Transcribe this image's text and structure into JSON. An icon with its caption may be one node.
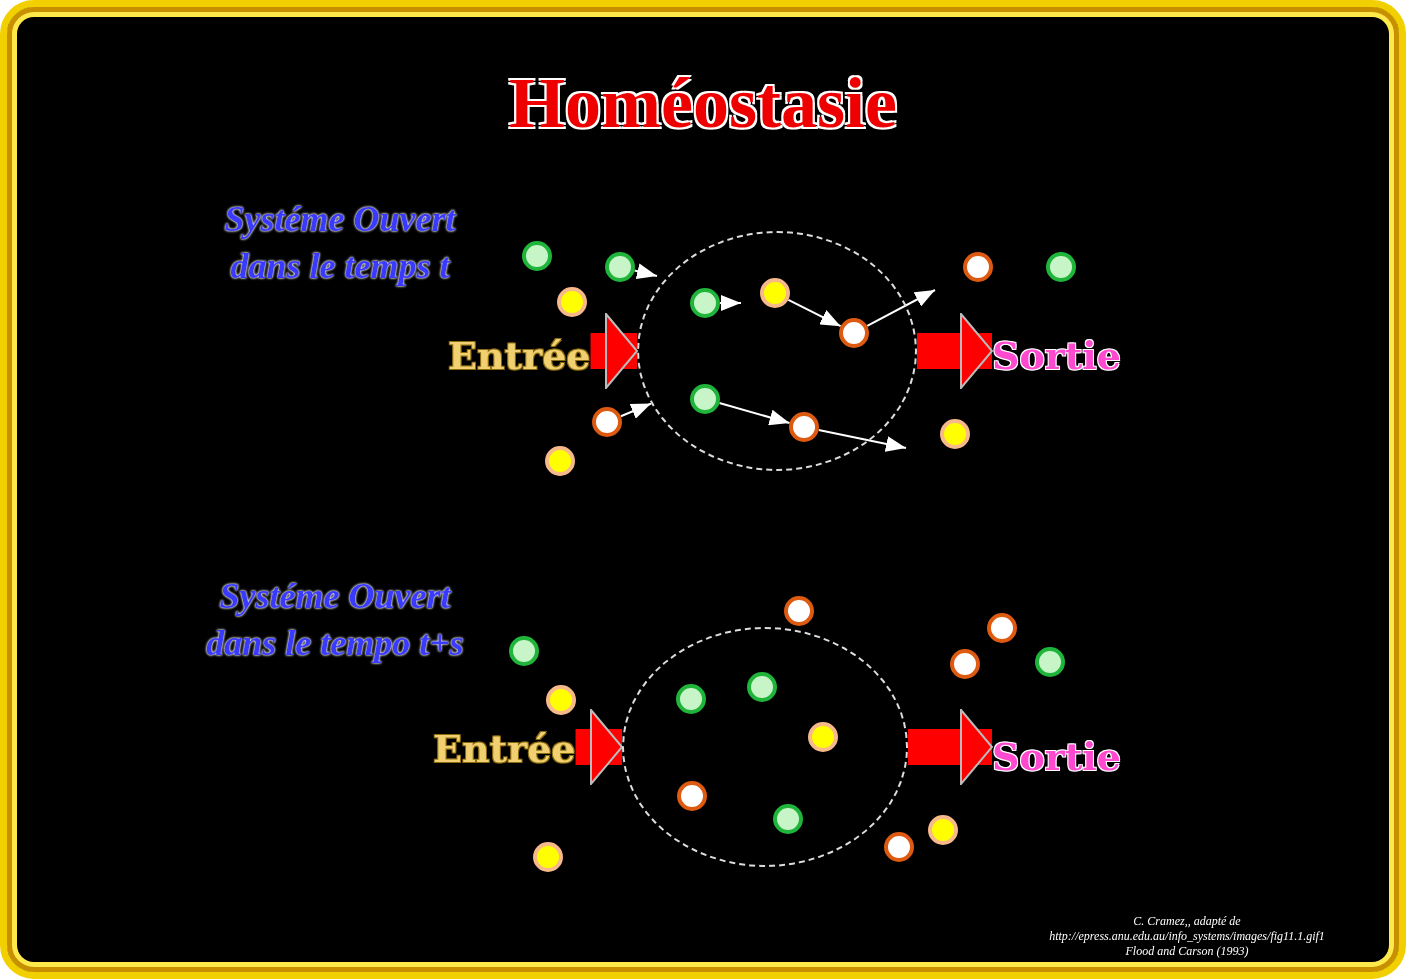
{
  "diagram": {
    "title": "Homéostasie",
    "nodes": [
      {
        "text": [
          "Entrée"
        ]
      },
      {
        "text": [],
        "shape": "ellipse"
      },
      {
        "text": [
          "Sortie"
        ]
      },
      {
        "text": [],
        "shape": "circle"
      },
      {
        "text": [],
        "shape": "circle"
      },
      {
        "text": [],
        "shape": "circle"
      },
      {
        "text": [],
        "shape": "circle"
      },
      {
        "text": [],
        "shape": "circle"
      },
      {
        "text": [],
        "shape": "circle",
        "in": 1
      },
      {
        "text": [],
        "shape": "circle",
        "in": 1
      },
      {
        "text": [],
        "shape": "circle",
        "in": 1
      },
      {
        "text": [],
        "shape": "circle",
        "in": 1
      },
      {
        "text": [],
        "shape": "circle",
        "in": 1
      },
      {
        "text": [],
        "shape": "circle"
      },
      {
        "text": [],
        "shape": "circle"
      },
      {
        "text": [],
        "shape": "circle"
      },
      {
        "text": [
          "Entrée"
        ]
      },
      {
        "text": [],
        "shape": "ellipse"
      },
      {
        "text": [
          "Sortie"
        ]
      },
      {
        "text": [],
        "shape": "circle"
      },
      {
        "text": [],
        "shape": "circle"
      },
      {
        "text": [],
        "shape": "circle"
      },
      {
        "text": [],
        "shape": "circle"
      },
      {
        "text": [],
        "shape": "circle",
        "in": 17
      },
      {
        "text": [],
        "shape": "circle",
        "in": 17
      },
      {
        "text": [],
        "shape": "circle",
        "in": 17
      },
      {
        "text": [],
        "shape": "circle",
        "in": 17
      },
      {
        "text": [],
        "shape": "circle",
        "in": 17
      },
      {
        "text": [],
        "shape": "circle"
      },
      {
        "text": [],
        "shape": "circle"
      },
      {
        "text": [],
        "shape": "circle"
      },
      {
        "text": [],
        "shape": "circle"
      },
      {
        "text": [],
        "shape": "circle"
      }
    ],
    "edges": [
      {
        "from": 0,
        "to": 1,
        "arrow": "to",
        "style": "thick",
        "color": "#ff0000"
      },
      {
        "from": 1,
        "to": 2,
        "arrow": "to",
        "style": "thick",
        "color": "#ff0000"
      },
      {
        "from": 4,
        "to": null,
        "arrow": "to"
      },
      {
        "from": 8,
        "to": null,
        "arrow": "to"
      },
      {
        "from": 9,
        "to": 10,
        "arrow": "to"
      },
      {
        "from": 10,
        "to": null,
        "arrow": "to"
      },
      {
        "from": 6,
        "to": 1,
        "arrow": "to"
      },
      {
        "from": 11,
        "to": 12,
        "arrow": "to"
      },
      {
        "from": 12,
        "to": null,
        "arrow": "to"
      },
      {
        "from": 16,
        "to": 17,
        "arrow": "to",
        "style": "thick",
        "color": "#ff0000"
      },
      {
        "from": 17,
        "to": 18,
        "arrow": "to",
        "style": "thick",
        "color": "#ff0000"
      }
    ],
    "labels": [
      "Systéme Ouvert dans le temps t",
      "Systéme Ouvert dans le tempo t+s",
      "C. Cramez,, adapté de",
      "http://epress.anu.edu.au/info_systems/images/fig11.1.gif1",
      "Flood and Carson (1993)"
    ]
  }
}
